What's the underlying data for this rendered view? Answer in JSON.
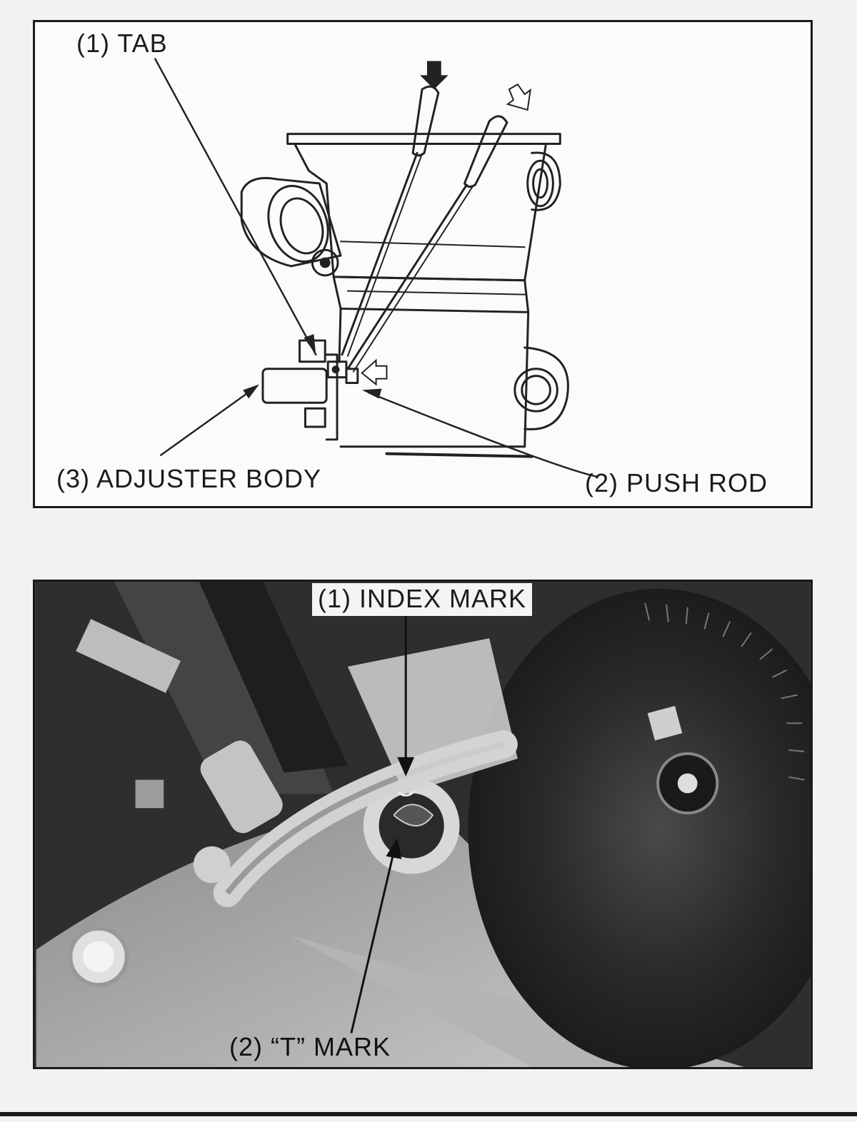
{
  "figure1": {
    "labels": {
      "tab": "(1) TAB",
      "push_rod": "(2) PUSH ROD",
      "adjuster_body": "(3) ADJUSTER BODY"
    }
  },
  "figure2": {
    "labels": {
      "index_mark": "(1) INDEX MARK",
      "t_mark": "(2) “T” MARK"
    }
  },
  "colors": {
    "ink": "#1c1c1c",
    "paper": "#fbfbf9",
    "photo_dark": "#2a2a2a"
  },
  "icons": [
    "pressure-arrow-icon",
    "release-arrow-icon",
    "screwdriver-icon",
    "push-arrow-icon"
  ]
}
